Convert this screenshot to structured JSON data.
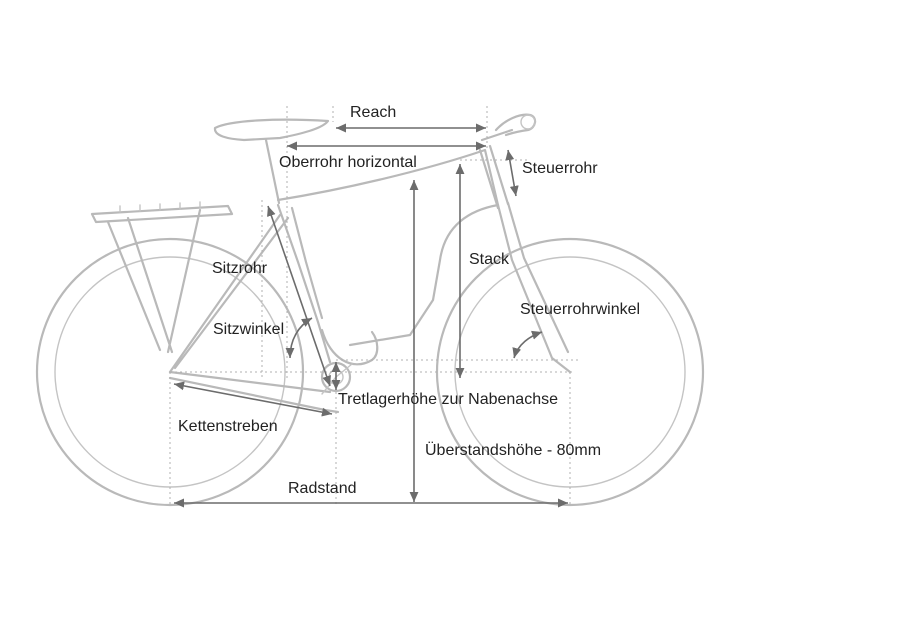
{
  "labels": {
    "reach": "Reach",
    "top_tube": "Oberrohr horizontal",
    "head_tube": "Steuerrohr",
    "stack": "Stack",
    "seat_tube": "Sitzrohr",
    "head_angle": "Steuerrohrwinkel",
    "seat_angle": "Sitzwinkel",
    "bb_height": "Tretlagerhöhe zur Nabenachse",
    "chainstays": "Kettenstreben",
    "standover": "Überstandshöhe - 80mm",
    "wheelbase": "Radstand"
  },
  "colors": {
    "frame": "#b9b9b9",
    "dimension": "#6c6c6c",
    "text": "#222222"
  }
}
